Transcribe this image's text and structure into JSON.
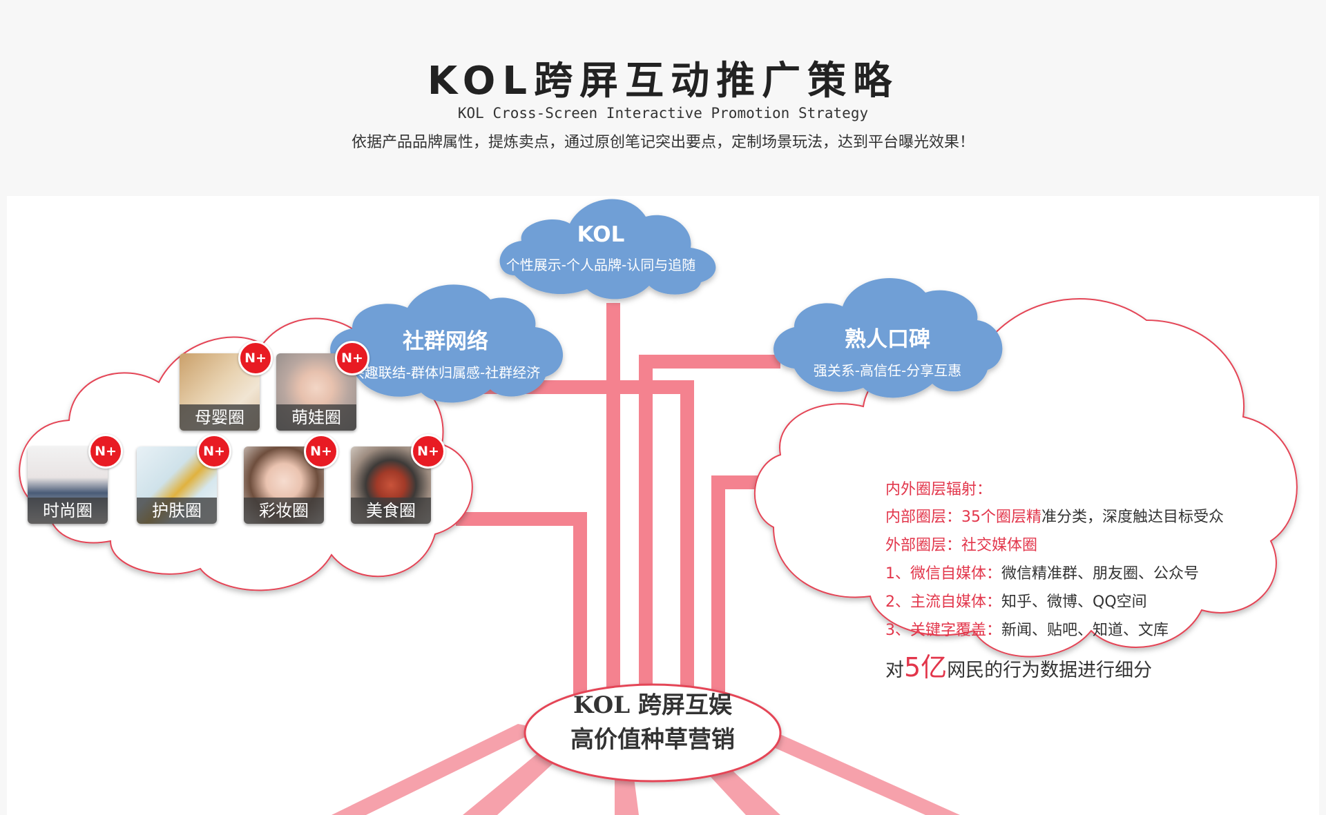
{
  "header": {
    "title": "KOL跨屏互动推广策略",
    "subtitle_en": "KOL Cross-Screen Interactive Promotion Strategy",
    "subtitle_cn": "依据产品品牌属性，提炼卖点，通过原创笔记突出要点，定制场景玩法，达到平台曝光效果！"
  },
  "colors": {
    "cloud_blue": "#6f9fd6",
    "line_pink": "#f4828f",
    "outline_red": "#e44556",
    "badge_red": "#e81b23",
    "text_red": "#e2364b"
  },
  "clouds": {
    "kol": {
      "title": "KOL",
      "subtitle": "个性展示-个人品牌-认同与追随"
    },
    "community": {
      "title": "社群网络",
      "subtitle": "兴趣联结-群体归属感-社群经济"
    },
    "word_of_mouth": {
      "title": "熟人口碑",
      "subtitle": "强关系-高信任-分享互惠"
    }
  },
  "circles": {
    "badge": "N+",
    "items": [
      {
        "label": "母婴圈",
        "icon": "baby-products-photo"
      },
      {
        "label": "萌娃圈",
        "icon": "cute-kid-photo"
      },
      {
        "label": "时尚圈",
        "icon": "fashion-girl-photo"
      },
      {
        "label": "护肤圈",
        "icon": "skincare-bottle-photo"
      },
      {
        "label": "彩妆圈",
        "icon": "makeup-girl-photo"
      },
      {
        "label": "美食圈",
        "icon": "hotpot-food-photo"
      }
    ]
  },
  "radiation": {
    "heading": "内外圈层辐射：",
    "inner_label": "内部圈层：35个圈层精",
    "inner_text": "准分类，深度触达目标受众",
    "outer_label": "外部圈层：社交媒体圈",
    "items": [
      {
        "label": "1、微信自媒体：",
        "text": "微信精准群、朋友圈、公众号"
      },
      {
        "label": "2、主流自媒体：",
        "text": "知乎、微博、QQ空间"
      },
      {
        "label": "3、关键字覆盖：",
        "text": "新闻、贴吧、知道、文库"
      }
    ],
    "summary_prefix": "对",
    "summary_number": "5亿",
    "summary_suffix": "网民的行为数据进行细分"
  },
  "center": {
    "line1": "KOL 跨屏互娱",
    "line2": "高价值种草营销"
  }
}
